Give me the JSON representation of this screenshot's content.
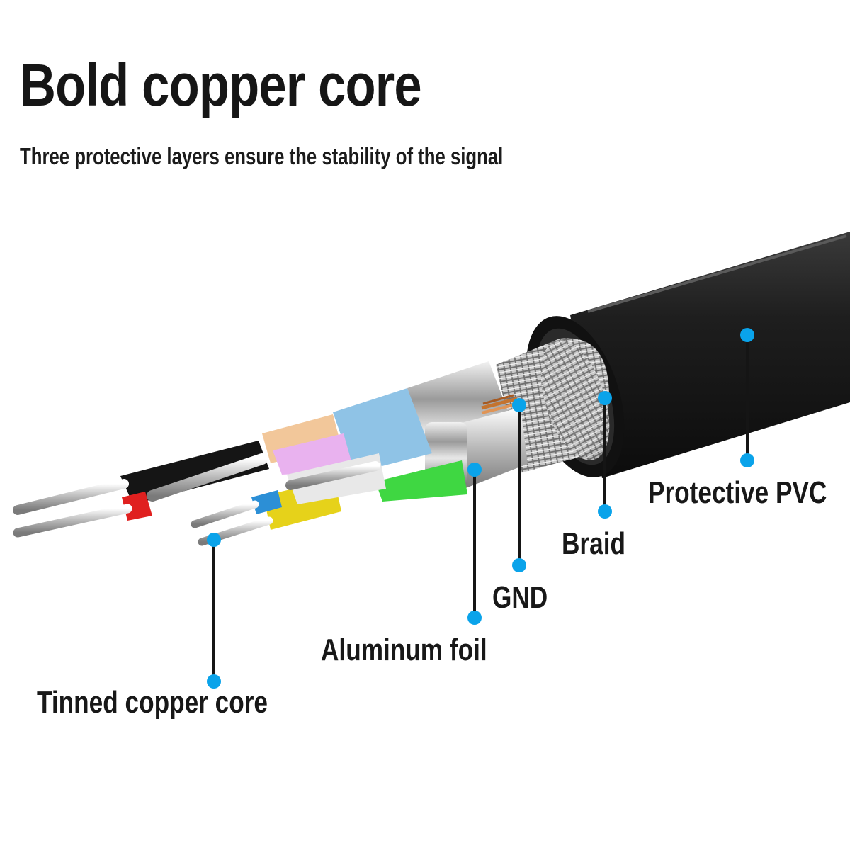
{
  "title": "Bold copper core",
  "subtitle": "Three protective layers ensure the stability of the signal",
  "labels": {
    "protective_pvc": "Protective PVC",
    "braid": "Braid",
    "gnd": "GND",
    "aluminum_foil": "Aluminum foil",
    "tinned_copper_core": "Tinned copper core"
  },
  "colors": {
    "marker": "#0aa3ea",
    "jacket": "#1c1c1c",
    "text": "#181818",
    "wire_blue": "#8fc3e6",
    "wire_orange": "#f2c79a",
    "wire_pink": "#e9b2ef",
    "wire_red": "#e0201f",
    "wire_black": "#151515",
    "wire_green": "#3fd742",
    "wire_yellow": "#e6d21a",
    "wire_smallblue": "#2c8fd6"
  }
}
